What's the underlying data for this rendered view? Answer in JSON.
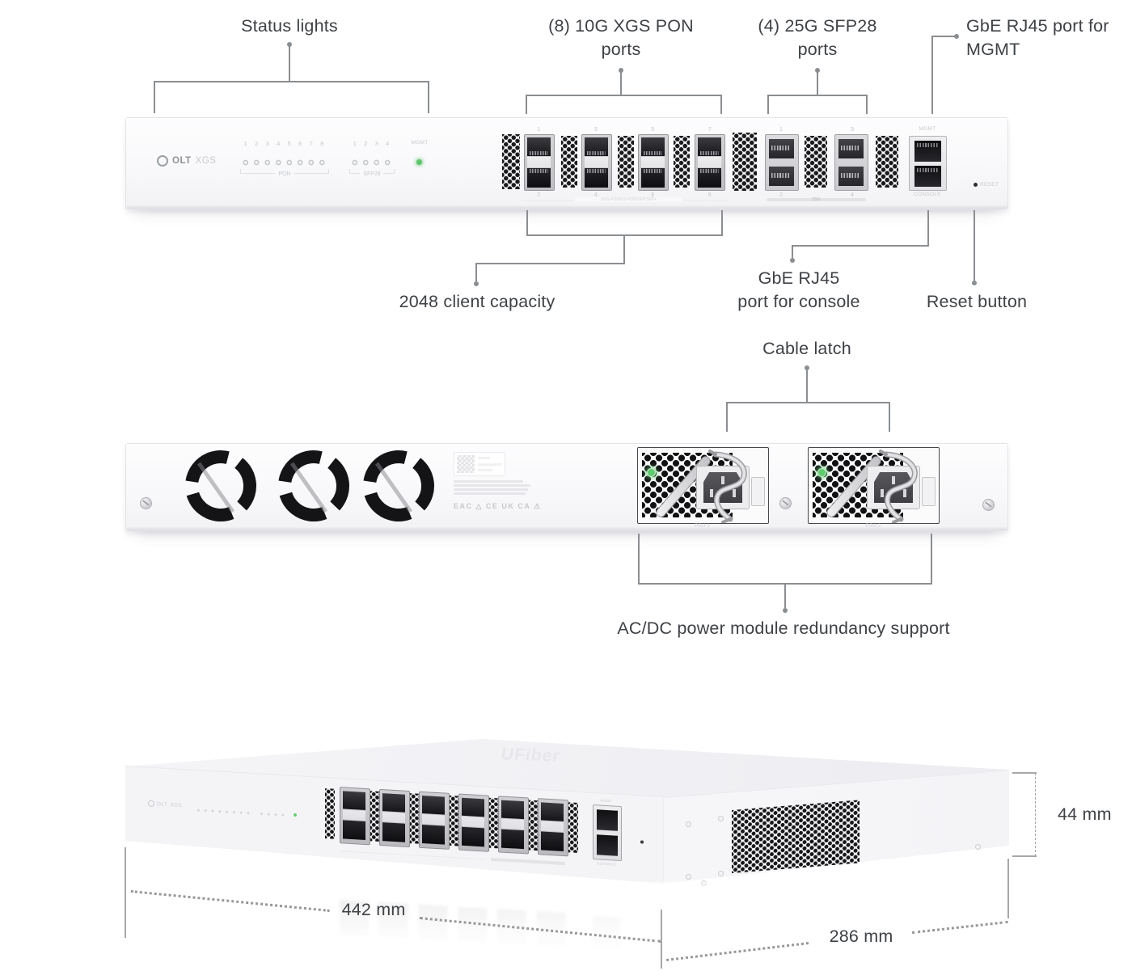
{
  "callouts": {
    "status_lights": "Status lights",
    "pon_ports_l1": "(8) 10G XGS PON",
    "pon_ports_l2": "ports",
    "sfp28_l1": "(4) 25G SFP28",
    "sfp28_l2": "ports",
    "mgmt_l1": "GbE RJ45 port for",
    "mgmt_l2": "MGMT",
    "capacity": "2048 client capacity",
    "console_l1": "GbE RJ45",
    "console_l2": "port for console",
    "reset": "Reset button",
    "cable_latch": "Cable latch",
    "psu": "AC/DC power module redundancy support"
  },
  "dims": {
    "width": "442 mm",
    "depth": "286 mm",
    "height": "44 mm"
  },
  "front": {
    "logo_main": "OLT",
    "logo_sub": "XGS",
    "pon_nums": [
      "1",
      "2",
      "3",
      "4",
      "5",
      "6",
      "7",
      "8"
    ],
    "pon_group": "PON",
    "sfp_nums": [
      "1",
      "2",
      "3",
      "4"
    ],
    "sfp_group": "SFP28",
    "mgmt_led": "MGMT",
    "pon_top": [
      "1",
      "3",
      "5",
      "7"
    ],
    "pon_bot": [
      "2",
      "4",
      "6",
      "8"
    ],
    "pon_caption": "XGS-PON/GS-PON/SFP/SFP+",
    "sfp_top": [
      "1",
      "3"
    ],
    "sfp_bot": [
      "2",
      "4"
    ],
    "sfp_caption": "25G",
    "rj45_top": "MGMT",
    "rj45_bot": "CONSOLE",
    "reset": "RESET"
  },
  "rear": {
    "label_lines": [
      "XXXXX",
      "xxxxxxxxxXXX",
      "XXXXXX"
    ],
    "cert_marks": "EAC △ CE UK CA ⚠",
    "psu1": "PSU 1",
    "psu2": "PSU 2"
  },
  "iso": {
    "top_logo": "UFiber"
  },
  "colors": {
    "led_green": "#5fc46c",
    "callout_line": "#8b8e91",
    "callout_text": "#3e4145"
  }
}
